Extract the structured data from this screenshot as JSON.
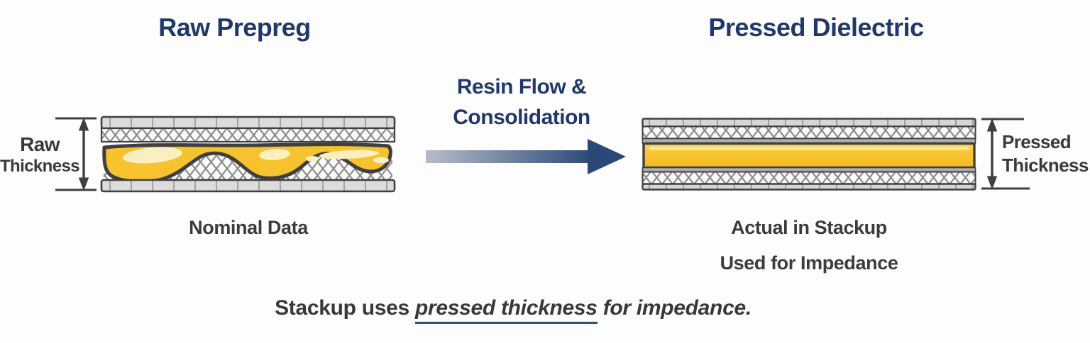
{
  "left_panel": {
    "title": "Raw Prepreg",
    "dimension": {
      "line1": "Raw",
      "line2": "Thickness"
    },
    "caption": "Nominal Data"
  },
  "process": {
    "label_line1": "Resin Flow &",
    "label_line2": "Consolidation"
  },
  "right_panel": {
    "title": "Pressed Dielectric",
    "dimension": {
      "line1": "Pressed",
      "line2": "Thickness"
    },
    "caption_line1": "Actual in Stackup",
    "caption_line2": "Used for Impedance"
  },
  "footer": {
    "prefix": "Stackup uses ",
    "emphasis": "pressed thickness",
    "suffix": " for impedance."
  },
  "colors": {
    "title_navy": "#20396A",
    "body_text": "#3A3A3A",
    "resin_yellow": "#F6C22E",
    "resin_highlight": "#FBEFC0",
    "layer_outline": "#3F3F3F",
    "layer_gray": "#DCDCDC",
    "crosshatch_line": "#8C8C8C",
    "arrow_gradient_start": "#B6BDC9",
    "arrow_gradient_end": "#2E4C78",
    "underline_blue": "#2E5379"
  }
}
